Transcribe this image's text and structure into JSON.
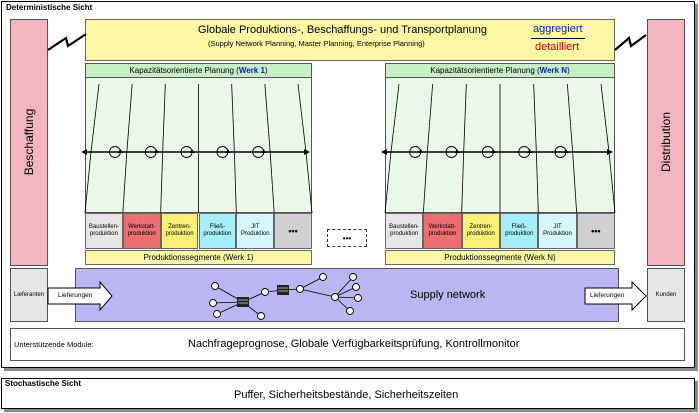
{
  "deterministic_title": "Deterministische Sicht",
  "stochastic_title": "Stochastische Sicht",
  "stochastic_content": "Puffer, Sicherheitsbestände, Sicherheitszeiten",
  "beschaffung": "Beschaffung",
  "distribution": "Distribution",
  "global_planning": {
    "title": "Globale Produktions-, Beschaffungs- und Transportplanung",
    "subtitle": "(Supply Network Planning, Master Planning, Enterprise Planning)",
    "aggregated": "aggregiert",
    "detailed": "detailliert"
  },
  "capacity_planning": [
    {
      "prefix": "Kapazitätsorientierte Planung (",
      "plant": "Werk 1",
      "suffix": ")"
    },
    {
      "prefix": "Kapazitätsorientierte Planung (",
      "plant": "Werk N",
      "suffix": ")"
    }
  ],
  "segments": [
    {
      "label": "Baustellen-\nproduktion",
      "color": "#e6e6e6"
    },
    {
      "label": "Werkstatt-\nproduktion",
      "color": "#ee6f6f"
    },
    {
      "label": "Zentren-\nproduktion",
      "color": "#f8f176"
    },
    {
      "label": "Fließ-\nproduktion",
      "color": "#a6eefa"
    },
    {
      "label": "JIT\nProduktion",
      "color": "#d5f6fb"
    },
    {
      "label": "•••",
      "color": "#d0d0d0"
    }
  ],
  "production_segments": [
    "Produktionssegmente (Werk 1)",
    "Produktionssegmente (Werk N)"
  ],
  "middle_ellipsis": "•••",
  "supply_network": "Supply network",
  "lieferanten": "Lieferanten",
  "kunden": "Kunden",
  "lieferungen_left": "Lieferungen",
  "lieferungen_right": "Lieferungen",
  "support": {
    "label": "Unterstützende Module:",
    "content": "Nachfrageprognose, Globale Verfügbarkeitsprüfung, Kontrollmonitor"
  }
}
